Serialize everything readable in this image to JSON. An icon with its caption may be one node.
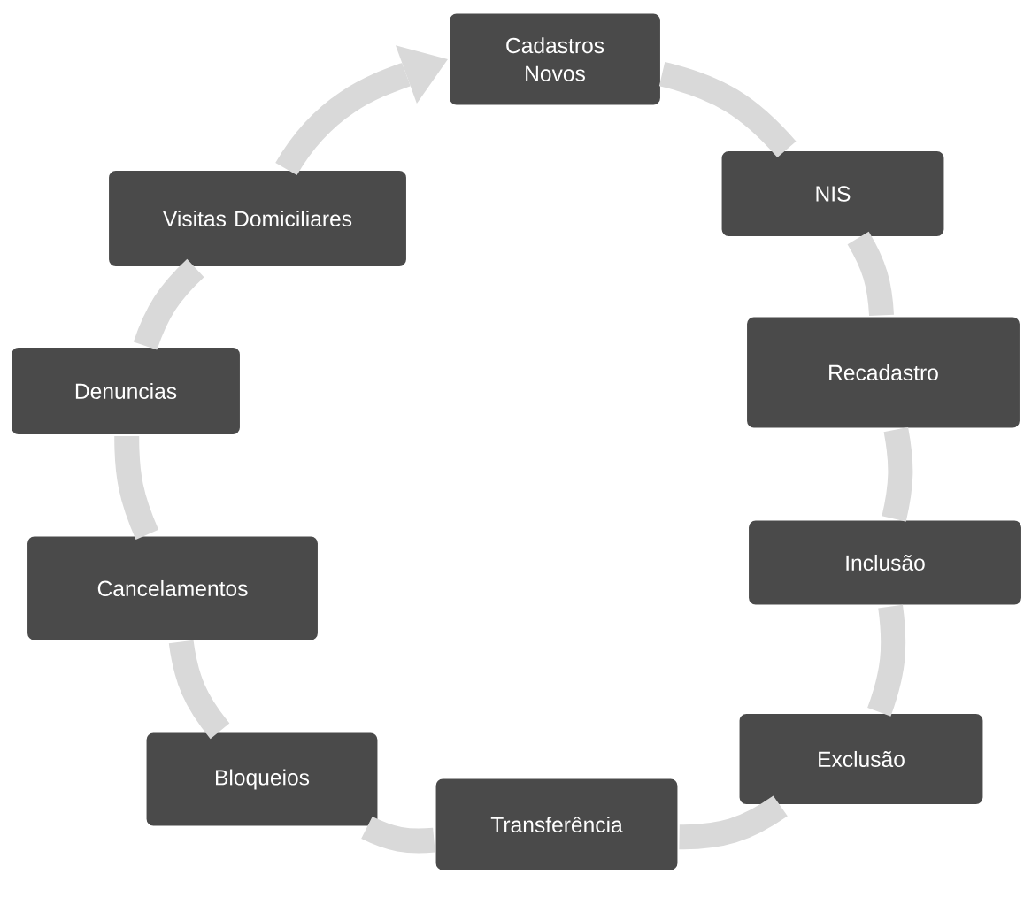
{
  "diagram": {
    "nodes": [
      {
        "text": [
          "Cadastros Novos"
        ]
      },
      {
        "text": [
          "NIS"
        ]
      },
      {
        "text": [
          "Recadastro"
        ]
      },
      {
        "text": [
          "Inclusão"
        ]
      },
      {
        "text": [
          "Exclusão"
        ]
      },
      {
        "text": [
          "Transferência"
        ]
      },
      {
        "text": [
          "Bloqueios"
        ]
      },
      {
        "text": [
          "Cancelamentos"
        ]
      },
      {
        "text": [
          "Denuncias"
        ]
      },
      {
        "text": [
          "Visitas Domiciliares"
        ]
      }
    ],
    "edges": [
      {
        "from": 0,
        "to": 1,
        "arrow": "none"
      },
      {
        "from": 1,
        "to": 2,
        "arrow": "none"
      },
      {
        "from": 2,
        "to": 3,
        "arrow": "none"
      },
      {
        "from": 3,
        "to": 4,
        "arrow": "none"
      },
      {
        "from": 4,
        "to": 5,
        "arrow": "none"
      },
      {
        "from": 5,
        "to": 6,
        "arrow": "none"
      },
      {
        "from": 6,
        "to": 7,
        "arrow": "none"
      },
      {
        "from": 7,
        "to": 8,
        "arrow": "none"
      },
      {
        "from": 8,
        "to": 9,
        "arrow": "none"
      },
      {
        "from": 9,
        "to": 0,
        "arrow": "to"
      }
    ]
  }
}
